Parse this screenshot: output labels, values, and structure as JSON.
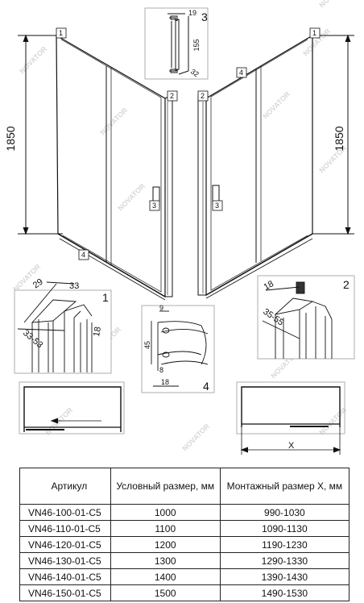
{
  "callouts": {
    "n1": "1",
    "n2": "2",
    "n3": "3",
    "n4": "4"
  },
  "dimensions": {
    "height_left": "1850",
    "height_right": "1850",
    "handle_w": "19",
    "handle_h": "155",
    "handle_d": "32",
    "p1_a": "29",
    "p1_b": "33",
    "p1_c": "33-53",
    "p1_d": "18",
    "p2_a": "18",
    "p2_b": "35-55",
    "p4_a": "9",
    "p4_b": "45",
    "p4_c": "8",
    "p4_d": "18",
    "plan_x": "X"
  },
  "watermark": "NOVATOR",
  "table": {
    "headers": [
      "Артикул",
      "Условный размер, мм",
      "Монтажный размер X, мм"
    ],
    "rows": [
      [
        "VN46-100-01-C5",
        "1000",
        "990-1030"
      ],
      [
        "VN46-110-01-C5",
        "1100",
        "1090-1130"
      ],
      [
        "VN46-120-01-C5",
        "1200",
        "1190-1230"
      ],
      [
        "VN46-130-01-C5",
        "1300",
        "1290-1330"
      ],
      [
        "VN46-140-01-C5",
        "1400",
        "1390-1430"
      ],
      [
        "VN46-150-01-C5",
        "1500",
        "1490-1530"
      ]
    ]
  }
}
